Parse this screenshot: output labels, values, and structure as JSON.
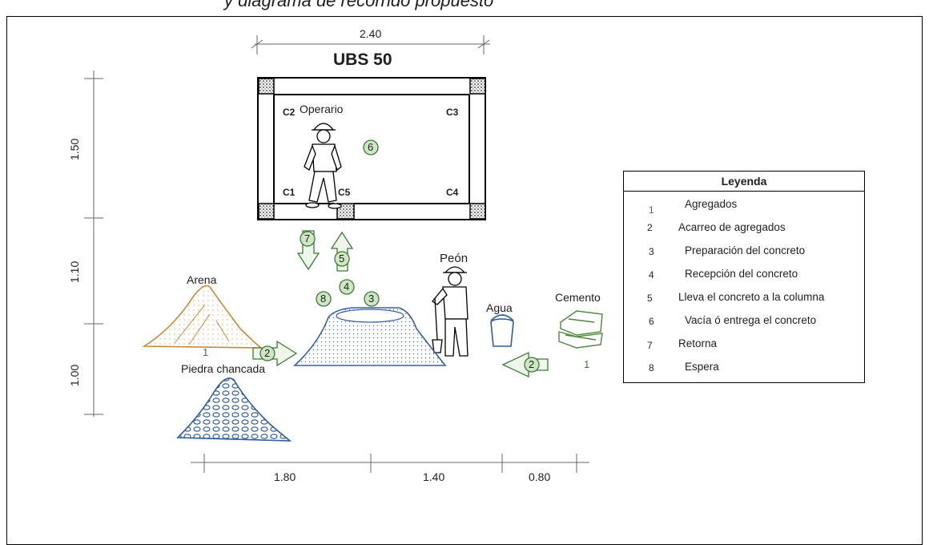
{
  "header_fragment": "y diagrama de recorrido propuesto",
  "ubs_title": "UBS 50",
  "columns": [
    "C2",
    "C3",
    "C1",
    "C5",
    "C4"
  ],
  "dimensions": {
    "top_width": "2.40",
    "vertical": [
      "1.50",
      "1.10",
      "1.00"
    ],
    "bottom": [
      "1.80",
      "1.40",
      "0.80"
    ]
  },
  "labels": {
    "operario": "Operario",
    "peon": "Peón",
    "arena": "Arena",
    "piedra": "Piedra chancada",
    "agua": "Agua",
    "cemento": "Cemento"
  },
  "markers": {
    "m1": "1",
    "m2": "2",
    "m3": "3",
    "m4": "4",
    "m5": "5",
    "m6": "6",
    "m7": "7",
    "m8": "8"
  },
  "legend": {
    "title": "Leyenda",
    "items": [
      {
        "num": "1",
        "label": "Agregados"
      },
      {
        "num": "2",
        "label": "Acarreo de agregados"
      },
      {
        "num": "3",
        "label": "Preparación del concreto"
      },
      {
        "num": "4",
        "label": "Recepción del concreto"
      },
      {
        "num": "5",
        "label": "Lleva el concreto a la columna"
      },
      {
        "num": "6",
        "label": "Vacía ó entrega el concreto"
      },
      {
        "num": "7",
        "label": "Retorna"
      },
      {
        "num": "8",
        "label": "Espera"
      }
    ]
  },
  "colors": {
    "marker_fill": "#cfe6c4",
    "marker_stroke": "#3f7a3a",
    "arena": "#c98a3a",
    "piedra": "#2f5d9a",
    "concreto": "#3a5fa8",
    "cemento": "#4e8a3c"
  }
}
